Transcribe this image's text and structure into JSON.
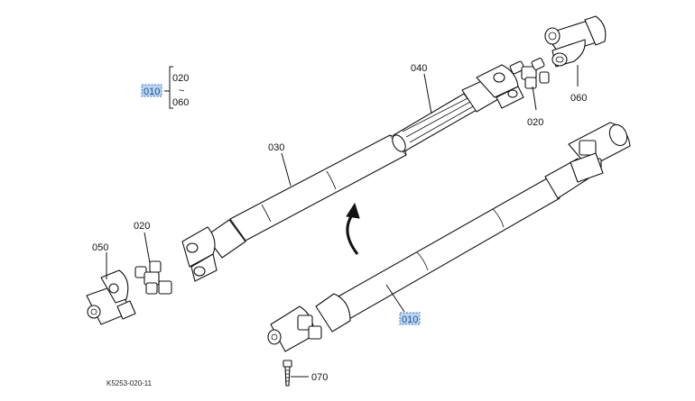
{
  "range_note": {
    "ref": "010",
    "from": "020",
    "tilde": "~",
    "to": "060"
  },
  "callouts": {
    "c040": "040",
    "c060": "060",
    "c020_top": "020",
    "c030": "030",
    "c020_left": "020",
    "c050": "050",
    "c010": "010",
    "c070": "070"
  },
  "figure_code": "K5253-020-11"
}
